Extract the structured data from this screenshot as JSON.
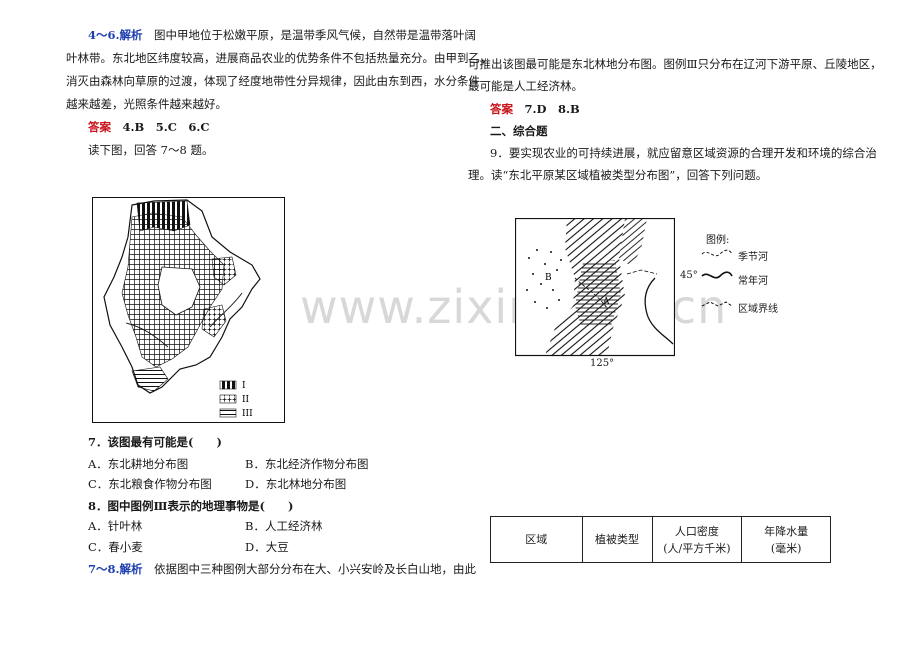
{
  "left": {
    "para1_label": "4～6.解析",
    "para1_lines": [
      "图中甲地位于松嫩平原，是温带季风气候，自然带是温带落叶阔",
      "叶林带。东北地区纬度较高，进展商品农业的优势条件不包括热量充分。由甲到乙，",
      "消灭由森林向草原的过渡，体现了经度地带性分异规律，因此由东到西，水分条件",
      "越来越差，光照条件越来越好。"
    ],
    "answer_label": "答案",
    "answer_text": "4.B　5.C　6.C",
    "read_map": "读下图，回答 7～8 题。",
    "legend": [
      "I",
      "II",
      "III"
    ],
    "q7": "7．该图最有可能是(　　)",
    "q7_options": [
      "A．东北耕地分布图",
      "B．东北经济作物分布图",
      "C．东北粮食作物分布图",
      "D．东北林地分布图"
    ],
    "q8": "8．图中图例Ⅲ表示的地理事物是(　　)",
    "q8_options": [
      "A．针叶林",
      "B．人工经济林",
      "C．春小麦",
      "D．大豆"
    ],
    "para2_label": "7～8.解析",
    "para2_line": "依据图中三种图例大部分分布在大、小兴安岭及长白山地，由此"
  },
  "right": {
    "lines": [
      "可推出该图最可能是东北林地分布图。图例Ⅲ只分布在辽河下游平原、丘陵地区，",
      "最可能是人工经济林。"
    ],
    "answer_label": "答案",
    "answer_text": "7.D　8.B",
    "section": "二、综合题",
    "q9_lines": [
      "9．要实现农业的可持续进展，就应留意区域资源的合理开发和环境的综合治",
      "理。读“东北平原某区域植被类型分布图”，回答下列问题。"
    ],
    "map": {
      "legend_title": "图例:",
      "legend_items": [
        "季节河",
        "常年河",
        "区域界线"
      ],
      "lat": "45°",
      "lon": "125°",
      "label_a": "A",
      "label_b": "B"
    },
    "table_headers": [
      "区域",
      "植被类型",
      "人口密度",
      "(人/平方千米)",
      "年降水量",
      "(毫米)"
    ]
  },
  "watermark": "www.zixin.com.cn"
}
